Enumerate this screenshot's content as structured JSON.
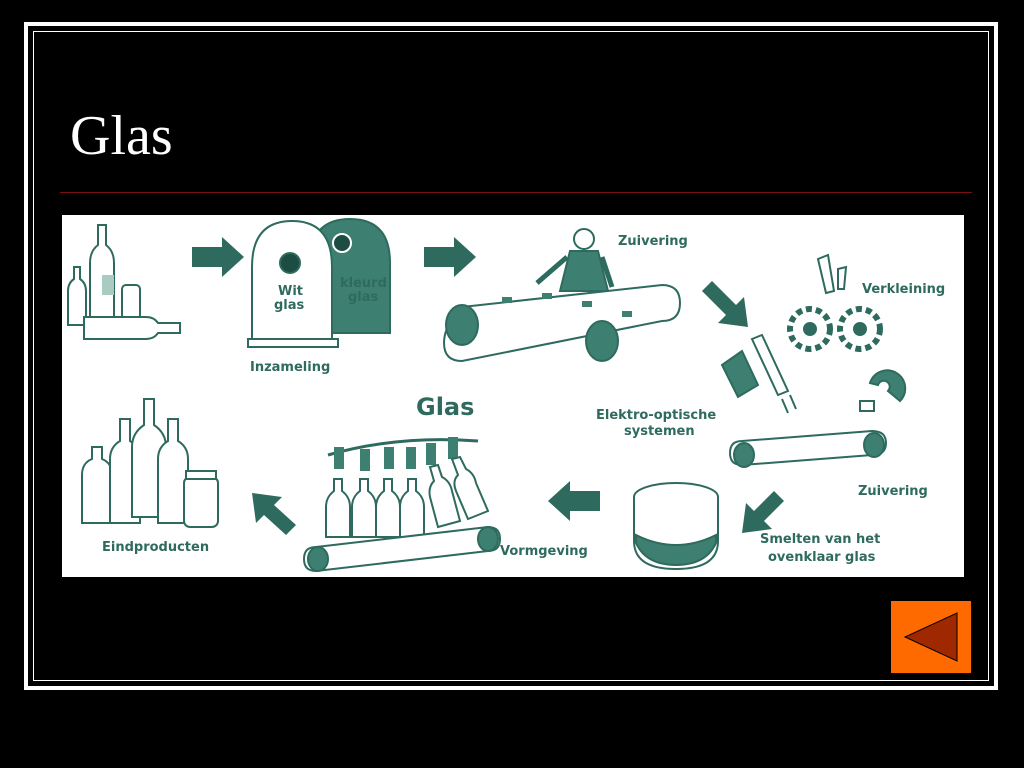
{
  "slide": {
    "title": "Glas"
  },
  "diagram": {
    "center_label": "Glas",
    "steps": {
      "inzameling": "Inzameling",
      "container_white_line1": "Wit",
      "container_white_line2": "glas",
      "container_colored_line1": "kleurd",
      "container_colored_line2": "glas",
      "zuivering_top": "Zuivering",
      "verkleining": "Verkleining",
      "elektro_line1": "Elektro-optische",
      "elektro_line2": "systemen",
      "zuivering_bottom": "Zuivering",
      "smelten_line1": "Smelten van het",
      "smelten_line2": "ovenklaar glas",
      "vormgeving": "Vormgeving",
      "eindproducten": "Eindproducten"
    }
  },
  "nav": {
    "back_icon": "triangle-left-icon"
  },
  "colors": {
    "accent": "#2e6b5e",
    "button": "#ff6a00",
    "button_icon": "#a02800",
    "rule": "#7a1010"
  }
}
